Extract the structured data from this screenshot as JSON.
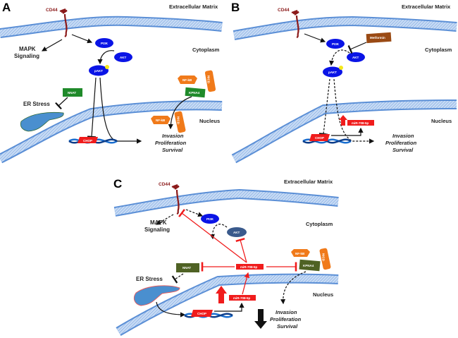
{
  "colors": {
    "membrane": "#8ab4e8",
    "membrane_edge": "#5b8fd6",
    "protein_blue": "#0a14e6",
    "akt_c": "#3a5a8c",
    "red": "#f01c1c",
    "orange": "#f07a1a",
    "green": "#1f8a2a",
    "olive": "#4f6224",
    "metformin": "#9a4a14",
    "cd44": "#8b1a1a",
    "phospho": "#f4e81a"
  },
  "panelA": {
    "letter": "A",
    "cd44": "CD44",
    "ecm": "Extracellular Matrix",
    "cytoplasm": "Cytoplasm",
    "nucleus": "Nucleus",
    "mapk1": "MAPK",
    "mapk2": "Signaling",
    "pi3k": "PI3K",
    "akt": "AKT",
    "pakt": "pAKT",
    "nnat": "NNAT",
    "er": "ER Stress",
    "chop": "CHOP",
    "nfkb1": "NF-kB",
    "nfkb2": "NF-kB",
    "kpna4": "KPNA4",
    "nicd1": "NICD",
    "nicd2": "NICD",
    "out1": "Invasion",
    "out2": "Proliferation",
    "out3": "Survival"
  },
  "panelB": {
    "letter": "B",
    "cd44": "CD44",
    "ecm": "Extracellular Matrix",
    "cytoplasm": "Cytoplasm",
    "nucleus": "Nucleus",
    "pi3k": "PI3K",
    "akt": "AKT",
    "pakt": "pAKT",
    "metformin": "Metformin",
    "chop": "CHOP",
    "mir": "miR-708-5p",
    "out1": "Invasion",
    "out2": "Proliferation",
    "out3": "Survival"
  },
  "panelC": {
    "letter": "C",
    "cd44": "CD44",
    "ecm": "Extracellular Matrix",
    "cytoplasm": "Cytoplasm",
    "nucleus": "Nucleus",
    "mapk1": "MAPK",
    "mapk2": "Signaling",
    "pi3k": "PI3K",
    "akt": "AKT",
    "nnat": "NNAT",
    "mir1": "miR-708-5p",
    "mir2": "miR-708-5p",
    "nfkb": "NF-kB",
    "kpna4": "KPNA4",
    "nicd": "NICD",
    "er": "ER Stress",
    "chop": "CHOP",
    "out1": "Invasion",
    "out2": "Proliferation",
    "out3": "Survival"
  }
}
